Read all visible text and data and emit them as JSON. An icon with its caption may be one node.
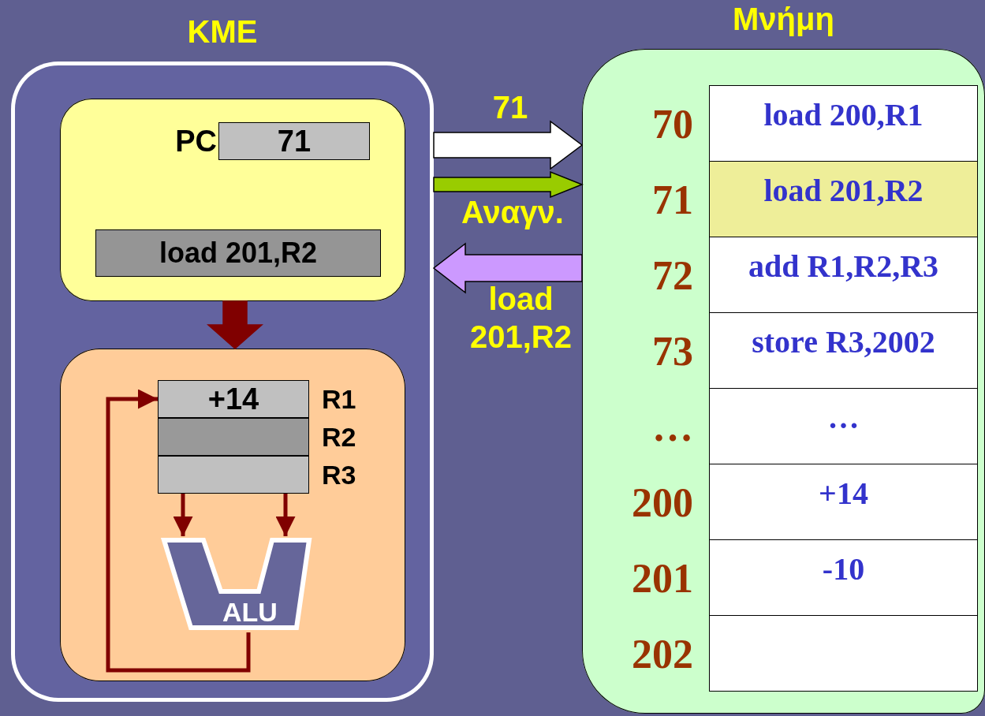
{
  "diagram": {
    "nodes": [
      {
        "text": [
          "KME"
        ]
      },
      {
        "text": [],
        "shape": "box",
        "in": 0
      },
      {
        "text": [
          "71"
        ],
        "beside": [
          "PC"
        ],
        "in": 1
      },
      {
        "text": [
          "load 201,R2"
        ],
        "in": 1
      },
      {
        "text": [],
        "shape": "box",
        "in": 0
      },
      {
        "text": [
          "+14"
        ],
        "beside": [
          "R1"
        ],
        "in": 4
      },
      {
        "text": [],
        "shape": "box",
        "beside": [
          "R2"
        ],
        "in": 4
      },
      {
        "text": [],
        "shape": "box",
        "beside": [
          "R3"
        ],
        "in": 4
      },
      {
        "text": [
          "ALU"
        ],
        "in": 4
      },
      {
        "text": [
          "Μνήμη"
        ]
      },
      {
        "text": [
          "load 200,R1"
        ],
        "beside": [
          "70"
        ],
        "in": 9
      },
      {
        "text": [
          "load 201,R2"
        ],
        "beside": [
          "71"
        ],
        "in": 9
      },
      {
        "text": [
          "add R1,R2,R3"
        ],
        "beside": [
          "72"
        ],
        "in": 9
      },
      {
        "text": [
          "store R3,2002"
        ],
        "beside": [
          "73"
        ],
        "in": 9
      },
      {
        "text": [
          "…"
        ],
        "beside": [
          "…"
        ],
        "in": 9
      },
      {
        "text": [
          "+14"
        ],
        "beside": [
          "200"
        ],
        "in": 9
      },
      {
        "text": [
          "-10"
        ],
        "beside": [
          "201"
        ],
        "in": 9
      },
      {
        "text": [],
        "shape": "box",
        "beside": [
          "202"
        ],
        "in": 9
      }
    ],
    "edges": [
      {
        "from": 0,
        "to": 9,
        "arrow": "to",
        "label": "71",
        "style": "thick",
        "color": "#ffffff"
      },
      {
        "from": 0,
        "to": 9,
        "arrow": "to",
        "label": "Αναγν.",
        "style": "thick",
        "color": "#99cc00"
      },
      {
        "from": 9,
        "to": 0,
        "arrow": "to",
        "label": "load 201,R2",
        "style": "thick",
        "color": "#cc99ff"
      },
      {
        "from": 1,
        "to": 4,
        "arrow": "to",
        "style": "thick"
      },
      {
        "from": 7,
        "to": 8,
        "arrow": "to"
      },
      {
        "from": 7,
        "to": 8,
        "arrow": "to"
      },
      {
        "from": 8,
        "to": 5,
        "arrow": "to"
      }
    ]
  }
}
